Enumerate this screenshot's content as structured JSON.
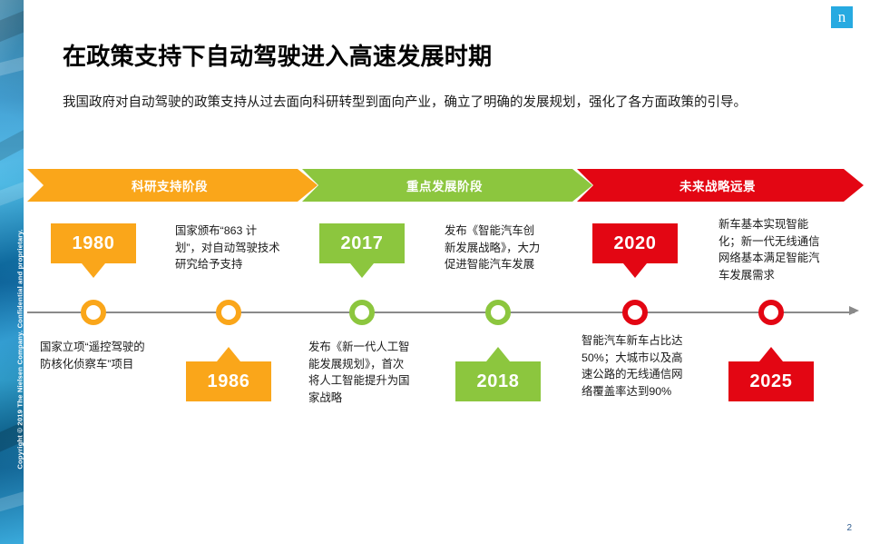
{
  "brand": {
    "logo_letter": "n",
    "logo_color": "#27aae1",
    "copyright": "Copyright © 2019 The Nielsen Company. Confidential and proprietary."
  },
  "header": {
    "title": "在政策支持下自动驾驶进入高速发展时期",
    "subtitle": "我国政府对自动驾驶的政策支持从过去面向科研转型到面向产业，确立了明确的发展规划，强化了各方面政策的引导。"
  },
  "page_number": "2",
  "colors": {
    "orange": "#FAA61A",
    "green": "#8CC63E",
    "red": "#E30613",
    "axis": "#8a8a8a"
  },
  "phases": [
    {
      "label": "科研支持阶段",
      "color": "#FAA61A"
    },
    {
      "label": "重点发展阶段",
      "color": "#8CC63E"
    },
    {
      "label": "未来战略远景",
      "color": "#E30613"
    }
  ],
  "timeline": [
    {
      "year": "1980",
      "color": "#FAA61A",
      "position": "above",
      "note": "国家立项“遥控驾驶的防核化侦察车”项目"
    },
    {
      "year": "1986",
      "color": "#FAA61A",
      "position": "below",
      "note": "国家颁布“863 计划”，对自动驾驶技术研究给予支持"
    },
    {
      "year": "2017",
      "color": "#8CC63E",
      "position": "above",
      "note": "发布《新一代人工智能发展规划》，首次将人工智能提升为国家战略"
    },
    {
      "year": "2018",
      "color": "#8CC63E",
      "position": "below",
      "note": "发布《智能汽车创新发展战略》，大力促进智能汽车发展"
    },
    {
      "year": "2020",
      "color": "#E30613",
      "position": "above",
      "note": "智能汽车新车占比达50%；大城市以及高速公路的无线通信网络覆盖率达到90%"
    },
    {
      "year": "2025",
      "color": "#E30613",
      "position": "below",
      "note": "新车基本实现智能化；新一代无线通信网络基本满足智能汽车发展需求"
    }
  ]
}
